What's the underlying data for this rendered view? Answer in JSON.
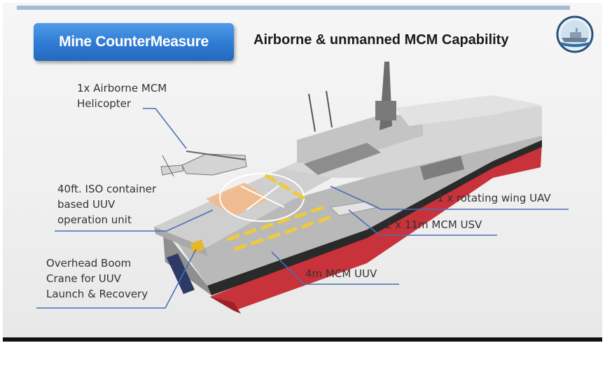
{
  "slide": {
    "title_badge": "Mine CounterMeasure",
    "headline": "Airborne & unmanned MCM Capability"
  },
  "callouts": {
    "helicopter": [
      "1x Airborne MCM",
      "Helicopter"
    ],
    "container": [
      "40ft. ISO container",
      "based UUV",
      "operation unit"
    ],
    "boom": [
      "Overhead Boom",
      "Crane for UUV",
      "Launch & Recovery"
    ],
    "uav": "1 x rotating wing UAV",
    "usv": "2 x 11m  MCM USV",
    "uuv": "4m MCM UUV"
  },
  "colors": {
    "badge": "#2f7bd4",
    "hull_red": "#c8323a",
    "deck_grey": "#c9c9c9",
    "container_orange": "#f2b98a",
    "uuv_yellow": "#f0c93c",
    "leader_line": "#4a6fb3"
  },
  "icons": {
    "logo": "ship-emblem-icon"
  }
}
